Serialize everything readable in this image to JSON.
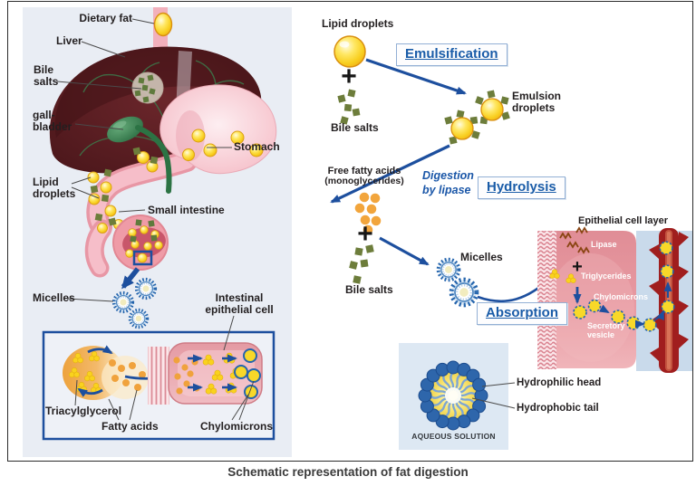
{
  "caption": "Schematic representation of fat digestion",
  "plus": "+",
  "left": {
    "dietary_fat": "Dietary fat",
    "liver": "Liver",
    "bile_l1": "Bile",
    "bile_l2": "salts",
    "gall_l1": "gall-",
    "gall_l2": "bladder",
    "stomach": "Stomach",
    "lipid_l1": "Lipid",
    "lipid_l2": "droplets",
    "small_intestine": "Small intestine",
    "micelles": "Micelles",
    "iec_l1": "Intestinal",
    "iec_l2": "epithelial cell",
    "triacylglycerol": "Triacylglycerol",
    "fatty_acids": "Fatty acids",
    "chylomicrons": "Chylomicrons"
  },
  "right": {
    "lipid_droplets": "Lipid droplets",
    "bile_salts_1": "Bile salts",
    "emulsification": "Emulsification",
    "emulsion_l1": "Emulsion",
    "emulsion_l2": "droplets",
    "ffa_l1": "Free fatty acids",
    "ffa_l2": "(monoglycerides)",
    "digestion_l1": "Digestion",
    "digestion_l2": "by lipase",
    "hydrolysis": "Hydrolysis",
    "bile_salts_2": "Bile salts",
    "micelles": "Micelles",
    "absorption": "Absorption",
    "epithelial_title": "Epithelial cell layer",
    "lipase": "Lipase",
    "triglycerides": "Triglycerides",
    "chylomicrons": "Chylomicrons",
    "secretory_l1": "Secretory",
    "secretory_l2": "vesicle",
    "hydrophilic_head": "Hydrophilic head",
    "hydrophobic_tail": "Hydrophobic tail",
    "aqueous": "AQUEOUS SOLUTION"
  },
  "colors": {
    "arrow_blue": "#1d4f9e",
    "label_blue": "#1a5ca8",
    "bile_green": "#6d7d3b",
    "droplet_yellow": "#f8d61b",
    "panel_bg": "#e9edf4",
    "cell_pink": "#e89aa2",
    "vessel_red": "#a01e1e"
  }
}
